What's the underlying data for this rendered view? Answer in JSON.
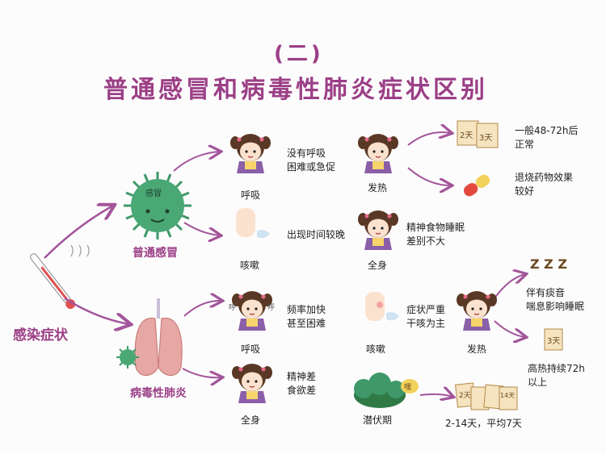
{
  "header": {
    "section": "(二)",
    "title": "普通感冒和病毒性肺炎症状区别"
  },
  "root": "感染症状",
  "cold": {
    "name": "普通感冒",
    "virus_text": "感冒",
    "breathing": {
      "label": "呼吸",
      "note_1": "没有呼吸",
      "note_2": "困难或急促"
    },
    "cough": {
      "label": "咳嗽",
      "note": "出现时间较晚"
    },
    "fever": {
      "label": "发热"
    },
    "body": {
      "label": "全身",
      "note_1": "精神食物睡眠",
      "note_2": "差别不大"
    },
    "fever_duration": {
      "card_1": "2天",
      "card_2": "3天",
      "note_1": "一般48-72h后",
      "note_2": "正常"
    },
    "fever_med": {
      "note_1": "退烧药物效果",
      "note_2": "较好"
    }
  },
  "pneumonia": {
    "name": "病毒性肺炎",
    "breathing": {
      "label": "呼吸",
      "note_1": "频率加快",
      "note_2": "甚至困难",
      "bubble_1": "呼",
      "bubble_2": "呼"
    },
    "cough": {
      "label": "咳嗽",
      "note_1": "症状严重",
      "note_2": "干咳为主"
    },
    "fever": {
      "label": "发热"
    },
    "sleep": {
      "zzz": "Z Z Z",
      "note_1": "伴有痰音",
      "note_2": "喘息影响睡眠"
    },
    "high_fever": {
      "card": "3天",
      "note_1": "高热持续72h",
      "note_2": "以上"
    },
    "body": {
      "label": "全身",
      "note_1": "精神差",
      "note_2": "食欲差"
    },
    "incubation": {
      "label": "潜伏期",
      "bubble": "嘿",
      "card_1": "2天",
      "card_2": "14天",
      "note": "2-14天，平均7天"
    }
  },
  "colors": {
    "accent": "#9b3f86",
    "arrow": "#a2559a",
    "virus": "#4aa875",
    "lung": "#e7a7a5"
  }
}
